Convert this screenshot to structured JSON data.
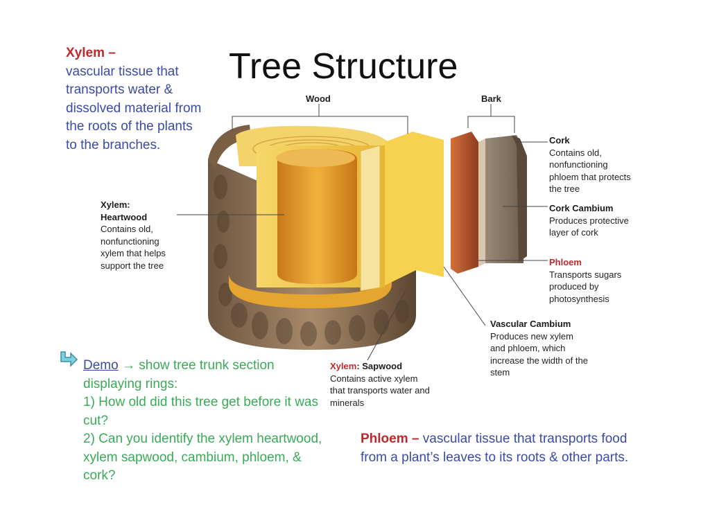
{
  "title": "Tree Structure",
  "xylem_definition": {
    "term": "Xylem",
    "dash": " –",
    "text": "vascular tissue that transports water & dissolved material from the roots of the plants to the branches."
  },
  "diagram": {
    "top_labels": {
      "wood": "Wood",
      "bark": "Bark"
    },
    "heartwood": {
      "title_line1": "Xylem:",
      "title_line2": "Heartwood",
      "description": "Contains old, nonfunctioning xylem that helps support the tree"
    },
    "cork": {
      "title": "Cork",
      "description": "Contains old, nonfunctioning phloem that protects the tree"
    },
    "cork_cambium": {
      "title": "Cork Cambium",
      "description": "Produces protective layer of cork"
    },
    "phloem": {
      "title": "Phloem",
      "description": "Transports sugars produced by photosynthesis"
    },
    "vascular_cambium": {
      "title": "Vascular Cambium",
      "description": "Produces new xylem and phloem, which increase the width of the stem"
    },
    "sapwood": {
      "title_red": "Xylem",
      "title_rest": ": Sapwood",
      "description": "Contains active xylem that transports water and minerals"
    }
  },
  "demo": {
    "word": "Demo",
    "arrow": " → ",
    "line1_rest": "show tree trunk section displaying rings:",
    "q1": "1) How old did this tree get before it was cut?",
    "q2": "2) Can you identify the xylem heartwood, xylem sapwood, cambium, phloem, & cork?"
  },
  "phloem_definition": {
    "term": "Phloem",
    "dash": " –",
    "text": "vascular tissue that transports food from a plant’s leaves to its roots & other parts."
  },
  "colors": {
    "blue_text": "#3b4aa6",
    "red_term": "#c0282d",
    "green_text": "#3aaa58",
    "bark_brown": "#8a6a4e",
    "wood_yellow": "#f2c640",
    "heartwood_orange": "#e39b2a",
    "phloem_red": "#b5552f"
  },
  "icons": {
    "demo_arrow": "turn-right-arrow-icon"
  }
}
